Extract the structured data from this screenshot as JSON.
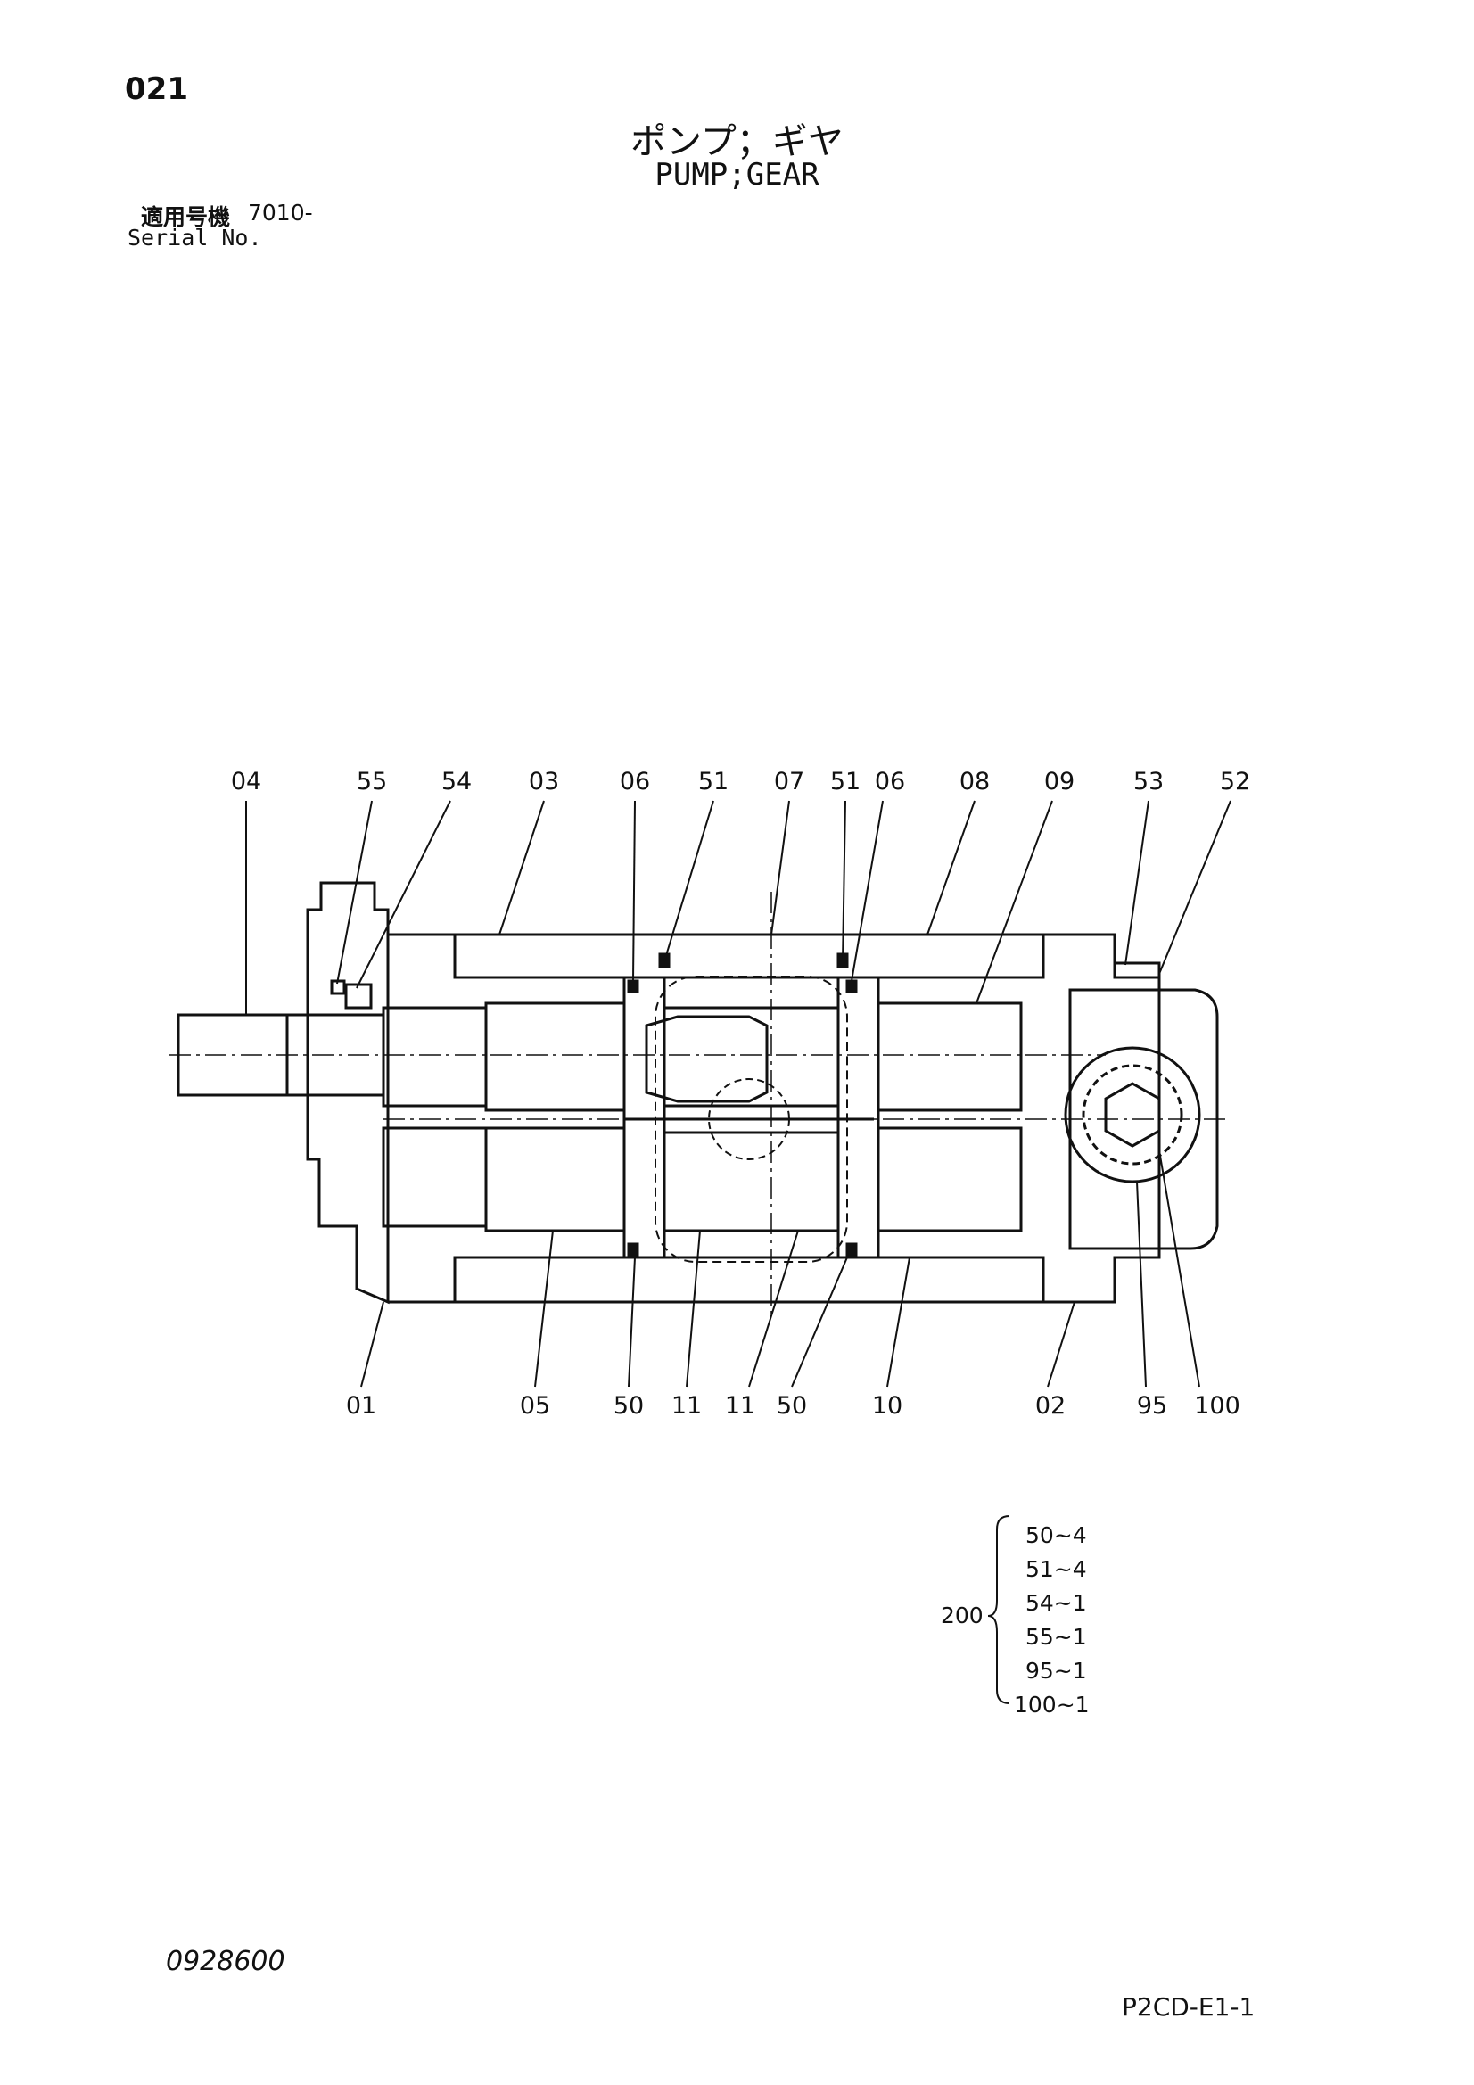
{
  "header": {
    "page_number": "021",
    "title_jp": "ポンプ；ギヤ",
    "title_en": "PUMP;GEAR",
    "serial_label_jp": "適用号機",
    "serial_value": "7010-",
    "serial_label_en": "Serial No."
  },
  "callouts_top": [
    "04",
    "55",
    "54",
    "03",
    "06",
    "51",
    "07",
    "51",
    "06",
    "08",
    "09",
    "53",
    "52"
  ],
  "callouts_bottom": [
    "01",
    "05",
    "50",
    "11",
    "11",
    "50",
    "10",
    "02",
    "95",
    "100"
  ],
  "kit": {
    "id": "200",
    "items": [
      "50~4",
      "51~4",
      "54~1",
      "55~1",
      "95~1",
      "100~1"
    ]
  },
  "footer": {
    "doc_code": "0928600",
    "sheet_code": "P2CD-E1-1"
  }
}
